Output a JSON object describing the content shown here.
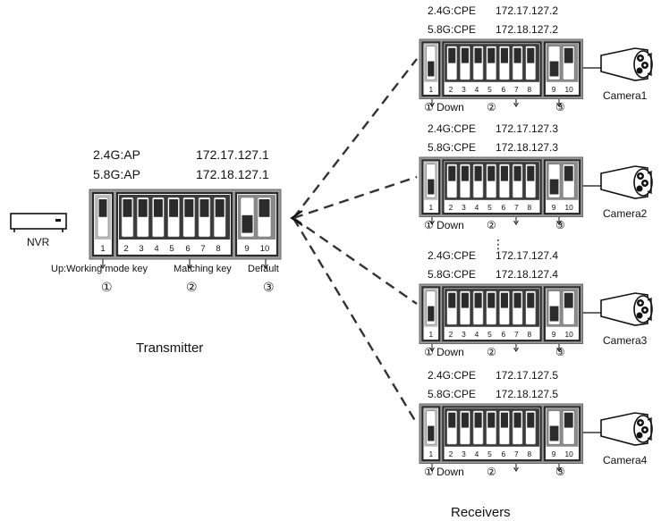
{
  "transmitter": {
    "band_24": "2.4G:AP",
    "ip_24": "172.17.127.1",
    "band_58": "5.8G:AP",
    "ip_58": "172.18.127.1",
    "switch_numbers": [
      "1",
      "2",
      "3",
      "4",
      "5",
      "6",
      "7",
      "8",
      "9",
      "10"
    ],
    "key_labels": {
      "working_mode": "Up:Working mode key",
      "matching": "Matching key",
      "default": "Default"
    },
    "circled": [
      "①",
      "②",
      "③"
    ],
    "caption": "Transmitter"
  },
  "nvr": {
    "label": "NVR"
  },
  "receivers": {
    "caption": "Receivers",
    "down_label": "Down",
    "circled": [
      "①",
      "②",
      "③"
    ],
    "switch_numbers": [
      "1",
      "2",
      "3",
      "4",
      "5",
      "6",
      "7",
      "8",
      "9",
      "10"
    ],
    "ellipsis": "⋮",
    "units": [
      {
        "band_24": "2.4G:CPE",
        "ip_24": "172.17.127.2",
        "band_58": "5.8G:CPE",
        "ip_58": "172.18.127.2",
        "camera": "Camera1"
      },
      {
        "band_24": "2.4G:CPE",
        "ip_24": "172.17.127.3",
        "band_58": "5.8G:CPE",
        "ip_58": "172.18.127.3",
        "camera": "Camera2"
      },
      {
        "band_24": "2.4G:CPE",
        "ip_24": "172.17.127.4",
        "band_58": "5.8G:CPE",
        "ip_58": "172.18.127.4",
        "camera": "Camera3"
      },
      {
        "band_24": "2.4G:CPE",
        "ip_24": "172.17.127.5",
        "band_58": "5.8G:CPE",
        "ip_58": "172.18.127.5",
        "camera": "Camera4"
      }
    ]
  },
  "colors": {
    "panel": "#9a9a9a",
    "inner": "#2b2b2b",
    "line": "#333333"
  }
}
